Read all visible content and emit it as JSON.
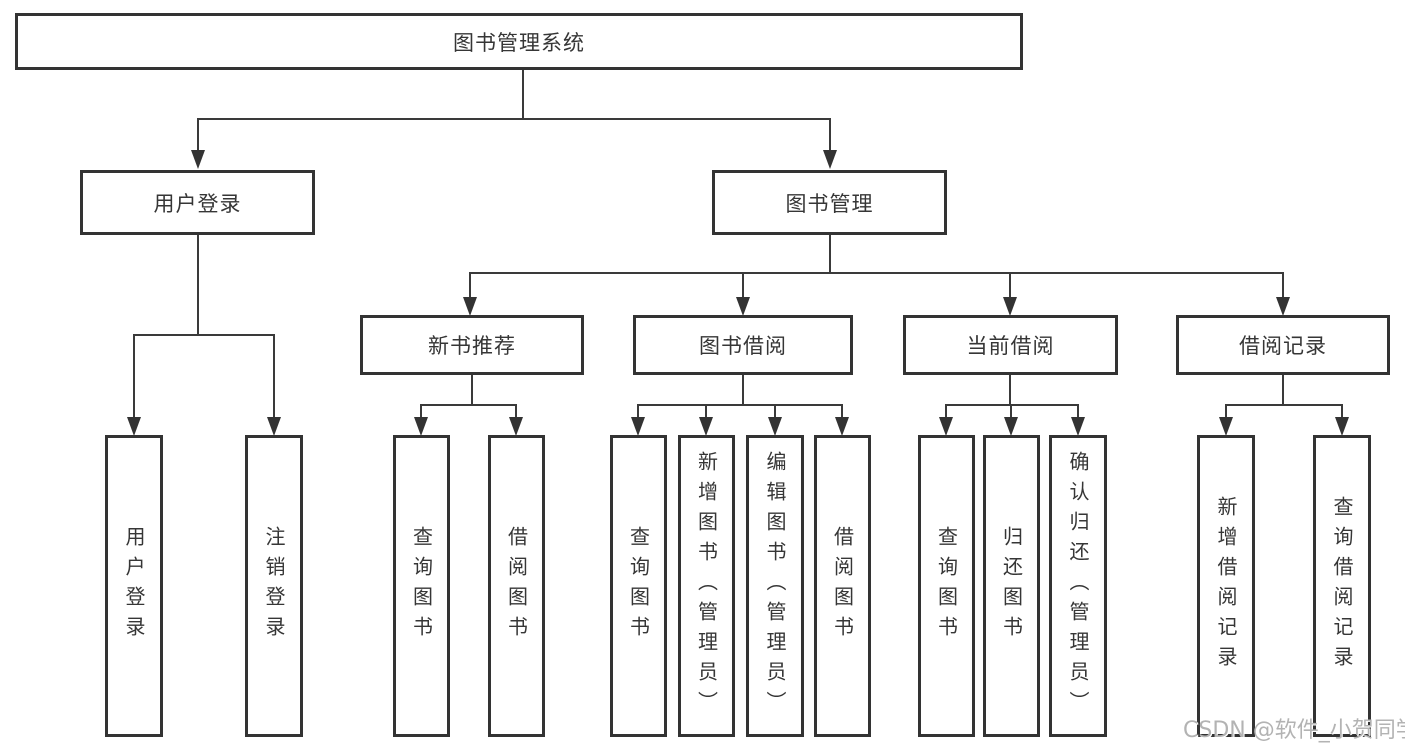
{
  "diagram": {
    "root": {
      "label": "图书管理系统"
    },
    "branches": [
      {
        "label": "用户登录",
        "children": [
          {
            "label": "用户登录"
          },
          {
            "label": "注销登录"
          }
        ]
      },
      {
        "label": "图书管理",
        "children": [
          {
            "label": "新书推荐",
            "children": [
              {
                "label": "查询图书"
              },
              {
                "label": "借阅图书"
              }
            ]
          },
          {
            "label": "图书借阅",
            "children": [
              {
                "label": "查询图书"
              },
              {
                "label": "新增图书（管理员）"
              },
              {
                "label": "编辑图书（管理员）"
              },
              {
                "label": "借阅图书"
              }
            ]
          },
          {
            "label": "当前借阅",
            "children": [
              {
                "label": "查询图书"
              },
              {
                "label": "归还图书"
              },
              {
                "label": "确认归还（管理员）"
              }
            ]
          },
          {
            "label": "借阅记录",
            "children": [
              {
                "label": "新增借阅记录"
              },
              {
                "label": "查询借阅记录"
              }
            ]
          }
        ]
      }
    ],
    "colors": {
      "box_border": "#333333",
      "connector_line": "#3a3a3a",
      "text": "#363636",
      "background": "#ffffff",
      "watermark": "#b3b3b3"
    }
  },
  "watermark": {
    "text": "CSDN @软件_小贺同学"
  }
}
